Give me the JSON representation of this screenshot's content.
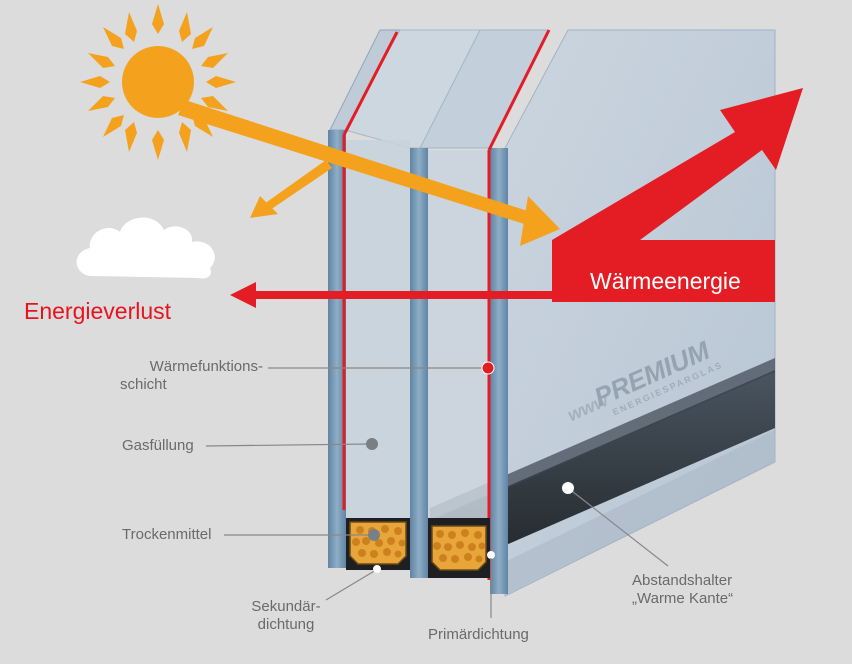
{
  "arrows": {
    "heat_energy": "Wärmeenergie",
    "energy_loss": "Energieverlust"
  },
  "brand": {
    "name": "PREMIUM",
    "tagline": "ENERGIESPARGLAS",
    "prefix": "www"
  },
  "labels": {
    "coating": [
      "Wärmefunktions-",
      "schicht"
    ],
    "gas_fill": "Gasfüllung",
    "desiccant": "Trockenmittel",
    "secondary_seal": [
      "Sekundär-",
      "dichtung"
    ],
    "primary_seal": "Primärdichtung",
    "spacer": [
      "Abstandshalter",
      "„Warme Kante“"
    ]
  },
  "colors": {
    "background": "#dcdcdc",
    "sun": "#f4a21e",
    "heat_red": "#e41c24",
    "glass_light": "#c9d4df",
    "glass_edge": "#6f8ea8",
    "label_text": "#6a6a6a"
  }
}
